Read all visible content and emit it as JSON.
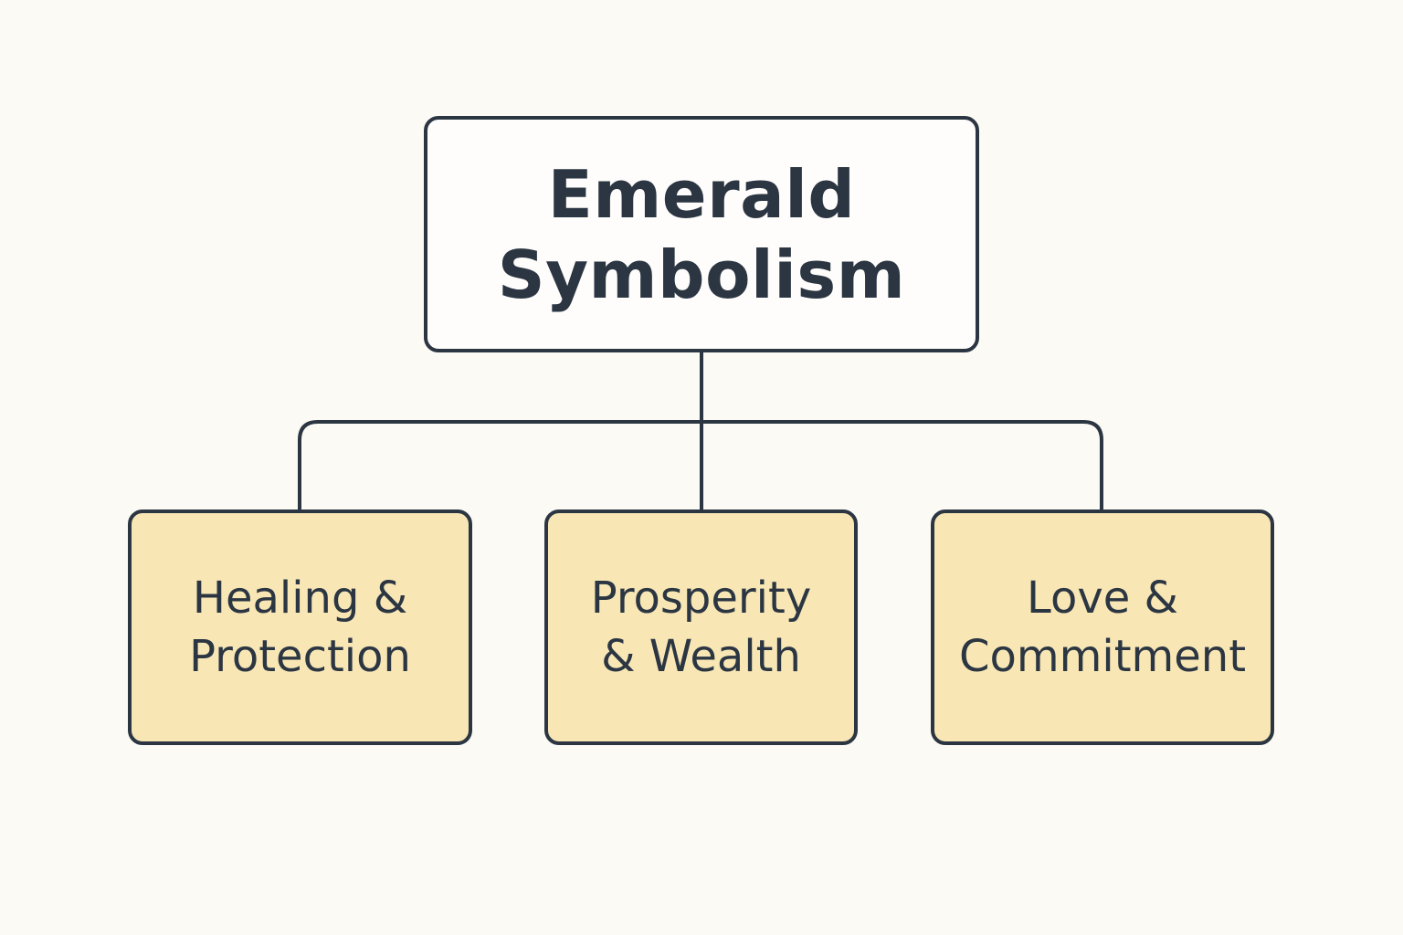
{
  "colors": {
    "background": "#fcfaf4",
    "stroke": "#2b3642",
    "root_fill": "#fefdfb",
    "child_fill": "#f8e6b5",
    "text": "#2b3642"
  },
  "root": {
    "lines": [
      "Emerald",
      "Symbolism"
    ]
  },
  "children": [
    {
      "lines": [
        "Healing &",
        "Protection"
      ]
    },
    {
      "lines": [
        "Prosperity",
        "& Wealth"
      ]
    },
    {
      "lines": [
        "Love &",
        "Commitment"
      ]
    }
  ]
}
